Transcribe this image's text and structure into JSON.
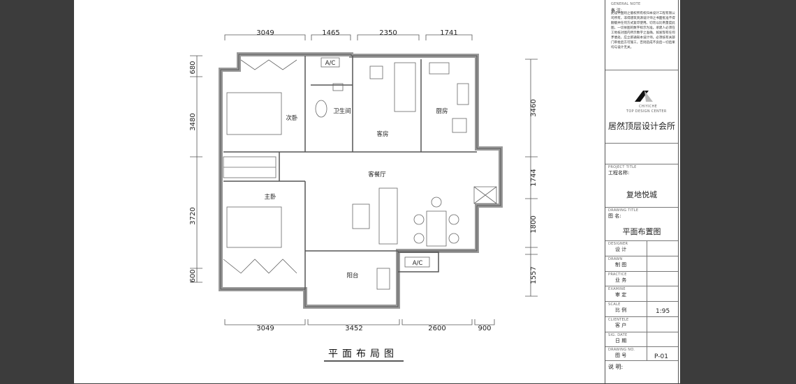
{
  "plan": {
    "title": "平面布局图",
    "dims_top": [
      "3049",
      "1465",
      "2350",
      "1741"
    ],
    "dims_bottom": [
      "3049",
      "3452",
      "2600",
      "900"
    ],
    "dims_left": [
      "680",
      "3480",
      "3720",
      "600"
    ],
    "dims_right": [
      "3460",
      "1744",
      "1800",
      "1557"
    ],
    "rooms": {
      "second_bedroom": "次卧",
      "bathroom": "卫生间",
      "guest_room": "客房",
      "kitchen": "厨房",
      "living_dining": "客餐厅",
      "master_bedroom": "主卧",
      "balcony": "阳台"
    },
    "ac_label": "A/C"
  },
  "title_block": {
    "note_en": "GENERAL NOTE",
    "note_cn": "备 注:",
    "note_text": "此设计图则之版权所有权归本设计工程有限公司所有，非得建筑资源设计师之书面批准不得翻版并任何方式复印使用。切勿以比例量度此图，一切依图的数字标示为准。承建人必须在工地核对图内所示数字之准确，如发现有任何矛盾处，应立即通知本设计师。必须核有关部门审批后方可施工，否则造成不良后一切后果均与设计无关。",
    "logo_en1": "CHIYICHE",
    "logo_en2": "TOP DESIGN CENTER",
    "company": "居然顶层设计会所",
    "project_en": "PROJECT TITLE",
    "project_cn": "工程名称:",
    "project": "复地悦城",
    "drawing_en": "DRAWING TITLE",
    "drawing_cn": "图    名:",
    "drawing": "平面布置图",
    "rows": [
      {
        "en": "DESIGNER",
        "cn": "设 计",
        "value": ""
      },
      {
        "en": "DRAWN",
        "cn": "制 图",
        "value": ""
      },
      {
        "en": "PRACTICE",
        "cn": "业 务",
        "value": ""
      },
      {
        "en": "EXAMINE",
        "cn": "审 定",
        "value": ""
      },
      {
        "en": "SCALE",
        "cn": "比 例",
        "value": "1:95"
      },
      {
        "en": "CLIENTELE",
        "cn": "客 户",
        "value": ""
      },
      {
        "en": "SIG. DATE",
        "cn": "日 期",
        "value": ""
      },
      {
        "en": "DRAWING NO.",
        "cn": "图 号",
        "value": "P-01"
      }
    ],
    "remark": "说  明:"
  }
}
